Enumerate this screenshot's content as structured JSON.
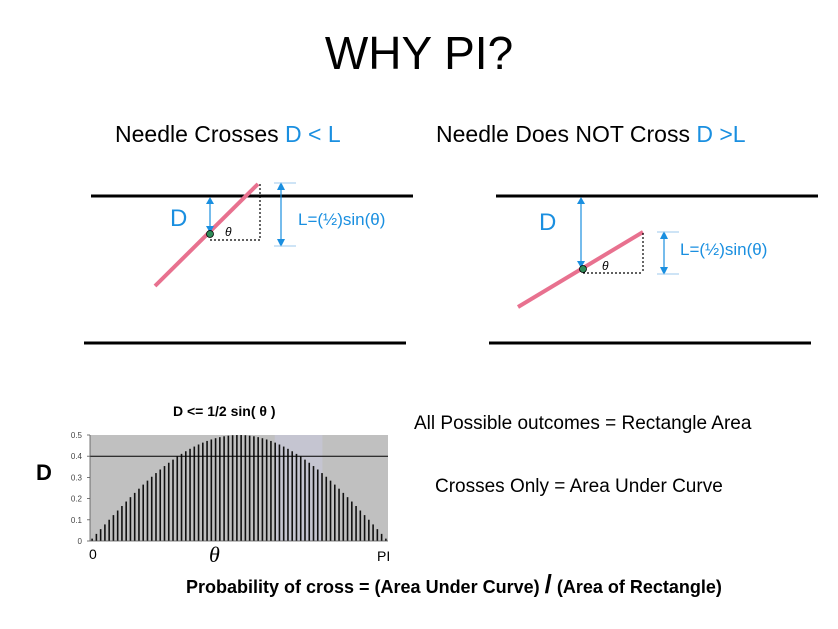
{
  "title": "WHY PI?",
  "left_panel": {
    "heading_prefix": "Needle Crosses ",
    "heading_condition": "D < L",
    "d_label": "D",
    "theta_label": "θ",
    "l_label": "L=(½)sin(θ)"
  },
  "right_panel": {
    "heading_prefix": "Needle Does NOT Cross ",
    "heading_condition": "D >L",
    "d_label": "D",
    "theta_label": "θ",
    "l_label": "L=(½)sin(θ)"
  },
  "chart_text": {
    "title": "D <= 1/2 sin( θ )",
    "ylabel": "D",
    "x_start": "0",
    "x_mid": "θ",
    "x_end": "PI"
  },
  "chart_data": {
    "type": "bar",
    "title": "D <= 1/2 sin( θ )",
    "ylabel": "D",
    "xlabel": "θ",
    "x_range_labels": [
      "0",
      "PI"
    ],
    "y_ticks": [
      0,
      0.1,
      0.2,
      0.3,
      0.4,
      0.5
    ],
    "ylim": [
      0,
      0.5
    ],
    "threshold_line": 0.4,
    "curve": "0.5*sin(x)",
    "bar_count": 70
  },
  "notes": {
    "rect_area": "All Possible outcomes =  Rectangle Area",
    "under_curve": "Crosses Only = Area Under Curve"
  },
  "bottom": {
    "left": "Probability of cross = (Area Under Curve) ",
    "slash": "/",
    "right": " (Area of Rectangle)"
  },
  "colors": {
    "needle": "#e8718f",
    "accent": "#1a8fe0",
    "chart_bg": "#c0c0c0"
  }
}
